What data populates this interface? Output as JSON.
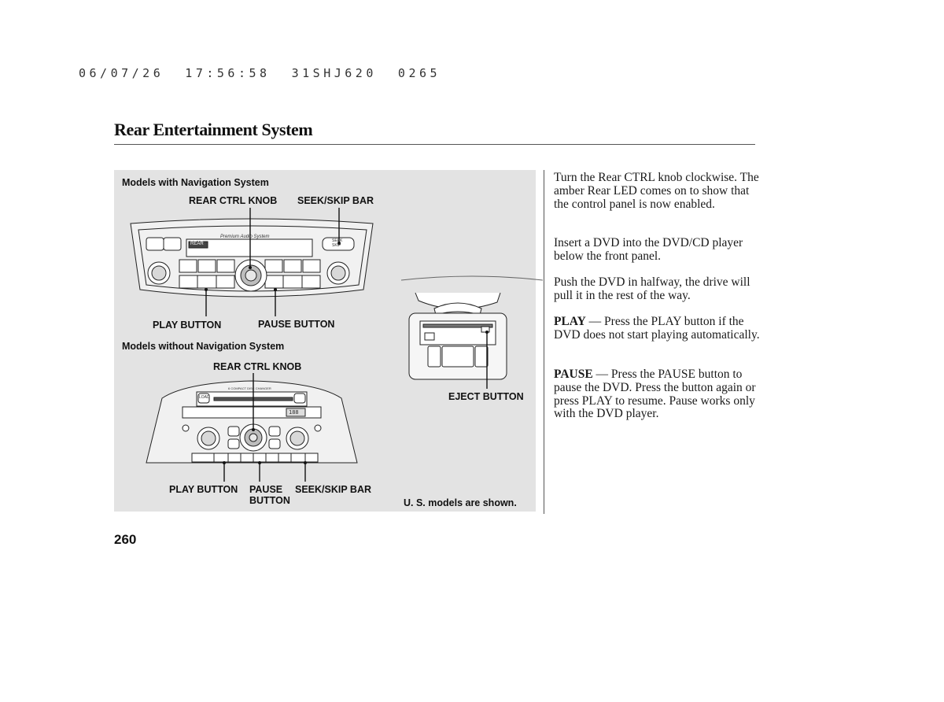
{
  "header": {
    "print_stamp": "06/07/26  17:56:58  31SHJ620  0265",
    "section_title": "Rear Entertainment System"
  },
  "figure": {
    "nav_heading": "Models with Navigation System",
    "nav_labels": {
      "rear_ctrl_knob": "REAR CTRL KNOB",
      "seek_skip_bar": "SEEK/SKIP BAR",
      "play_button": "PLAY BUTTON",
      "pause_button": "PAUSE BUTTON"
    },
    "nonav_heading": "Models without Navigation System",
    "nonav_labels": {
      "rear_ctrl_knob": "REAR CTRL KNOB",
      "play_button": "PLAY BUTTON",
      "pause_line1": "PAUSE",
      "pause_line2": "BUTTON",
      "seek_skip_bar": "SEEK/SKIP BAR"
    },
    "eject_label": "EJECT BUTTON",
    "footnote": "U. S. models are shown.",
    "panel_text": {
      "premium": "Premium Audio System",
      "rear": "REAR",
      "seek": "SEEK",
      "skip": "SKIP",
      "load": "LOAD",
      "display": "188",
      "changer": "6 COMPACT DISC CHANGER"
    }
  },
  "body": {
    "p1": "Turn the Rear CTRL knob clockwise. The amber Rear LED comes on to show that the control panel is now enabled.",
    "p2": "Insert a DVD into the DVD/CD player below the front panel.",
    "p3": "Push the DVD in halfway, the drive will pull it in the rest of the way.",
    "p4_term": "PLAY",
    "p4_text": "Press the PLAY button if the DVD does not start playing automatically.",
    "p5_term": "PAUSE",
    "p5_text": "Press the PAUSE button to pause the DVD. Press the button again or press PLAY to resume. Pause works only with the DVD player."
  },
  "footer": {
    "page_number": "260"
  }
}
